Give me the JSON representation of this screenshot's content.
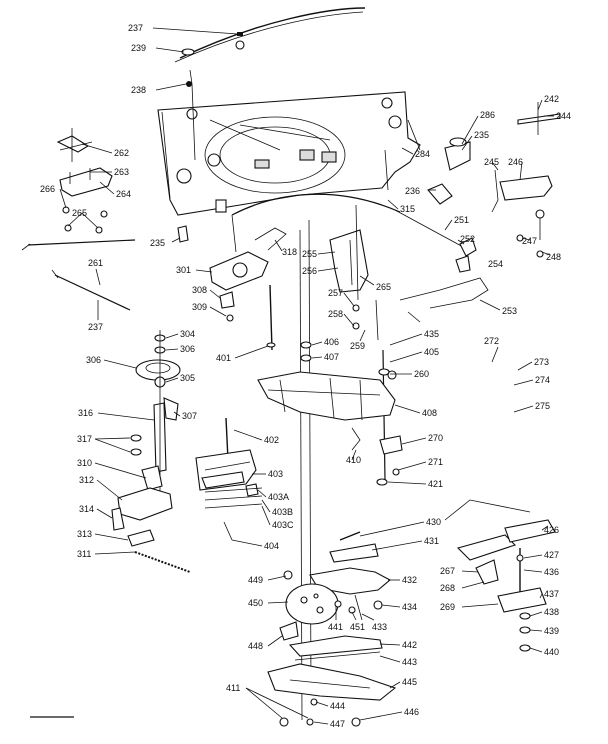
{
  "labels": {
    "l237a": "237",
    "l239": "239",
    "l238": "238",
    "l242": "242",
    "l244": "244",
    "l286": "286",
    "l235a": "235",
    "l284": "284",
    "l262": "262",
    "l263": "263",
    "l264": "264",
    "l266": "266",
    "l265a": "265",
    "l245": "245",
    "l246": "246",
    "l236": "236",
    "l315": "315",
    "l251": "251",
    "l252": "252",
    "l247": "247",
    "l248": "248",
    "l235b": "235",
    "l255": "255",
    "l256": "256",
    "l265b": "265",
    "l254": "254",
    "l261": "261",
    "l237b": "237",
    "l301": "301",
    "l318": "318",
    "l308": "308",
    "l309": "309",
    "l257": "257",
    "l258": "258",
    "l259": "259",
    "l253": "253",
    "l304": "304",
    "l306a": "306",
    "l306b": "306",
    "l305": "305",
    "l401": "401",
    "l406": "406",
    "l407": "407",
    "l435": "435",
    "l405": "405",
    "l272": "272",
    "l273": "273",
    "l260": "260",
    "l274": "274",
    "l275": "275",
    "l316": "316",
    "l307": "307",
    "l408": "408",
    "l317": "317",
    "l402": "402",
    "l270": "270",
    "l410": "410",
    "l271": "271",
    "l310": "310",
    "l403": "403",
    "l312": "312",
    "l421": "421",
    "l403a": "403A",
    "l403b": "403B",
    "l314": "314",
    "l403c": "403C",
    "l430": "430",
    "l426": "426",
    "l313": "313",
    "l404": "404",
    "l431": "431",
    "l427": "427",
    "l311": "311",
    "l267": "267",
    "l436": "436",
    "l449": "449",
    "l432": "432",
    "l268": "268",
    "l450": "450",
    "l437": "437",
    "l434": "434",
    "l269": "269",
    "l438": "438",
    "l441": "441",
    "l451": "451",
    "l433": "433",
    "l439": "439",
    "l442": "442",
    "l448": "448",
    "l440": "440",
    "l443": "443",
    "l445": "445",
    "l411": "411",
    "l444": "444",
    "l446": "446",
    "l447": "447"
  }
}
